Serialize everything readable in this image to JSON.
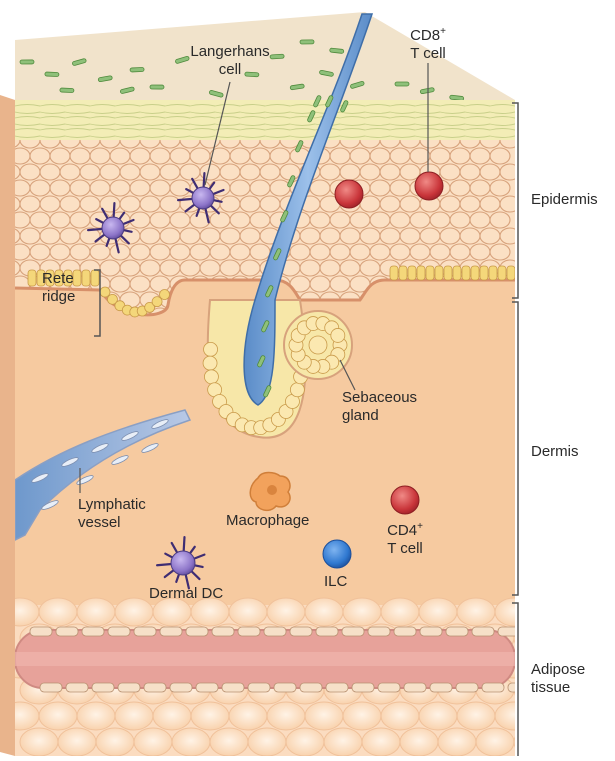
{
  "labels": {
    "langerhans": [
      "Langerhans",
      "cell"
    ],
    "cd8": {
      "line1": "CD8",
      "sup": "+",
      "line2": "T cell"
    },
    "epidermis": "Epidermis",
    "rete": [
      "Rete",
      "ridge"
    ],
    "sebaceous": [
      "Sebaceous",
      "gland"
    ],
    "dermis": "Dermis",
    "lymphatic": [
      "Lymphatic",
      "vessel"
    ],
    "macrophage": "Macrophage",
    "cd4": {
      "line1": "CD4",
      "sup": "+",
      "line2": "T cell"
    },
    "ilc": "ILC",
    "dermal_dc": "Dermal DC",
    "adipose": [
      "Adipose",
      "tissue"
    ]
  },
  "colors": {
    "dermis": "#f6caa0",
    "epidermis_cell": "#fbe0c4",
    "cell_outline": "#d7a27c",
    "stratum_corneum": "#f3edb6",
    "surface_top": "#f1e3cb",
    "basal_cell": "#f4d77a",
    "hair": "#6f9fd6",
    "dc_purple": "#8c74c8",
    "t_cell_red": "#c9353a",
    "ilc_blue": "#2f78d0",
    "macrophage_orange": "#f2a25c",
    "blood_vessel": "#e7a29a",
    "adipocyte": "#fde6cf"
  }
}
